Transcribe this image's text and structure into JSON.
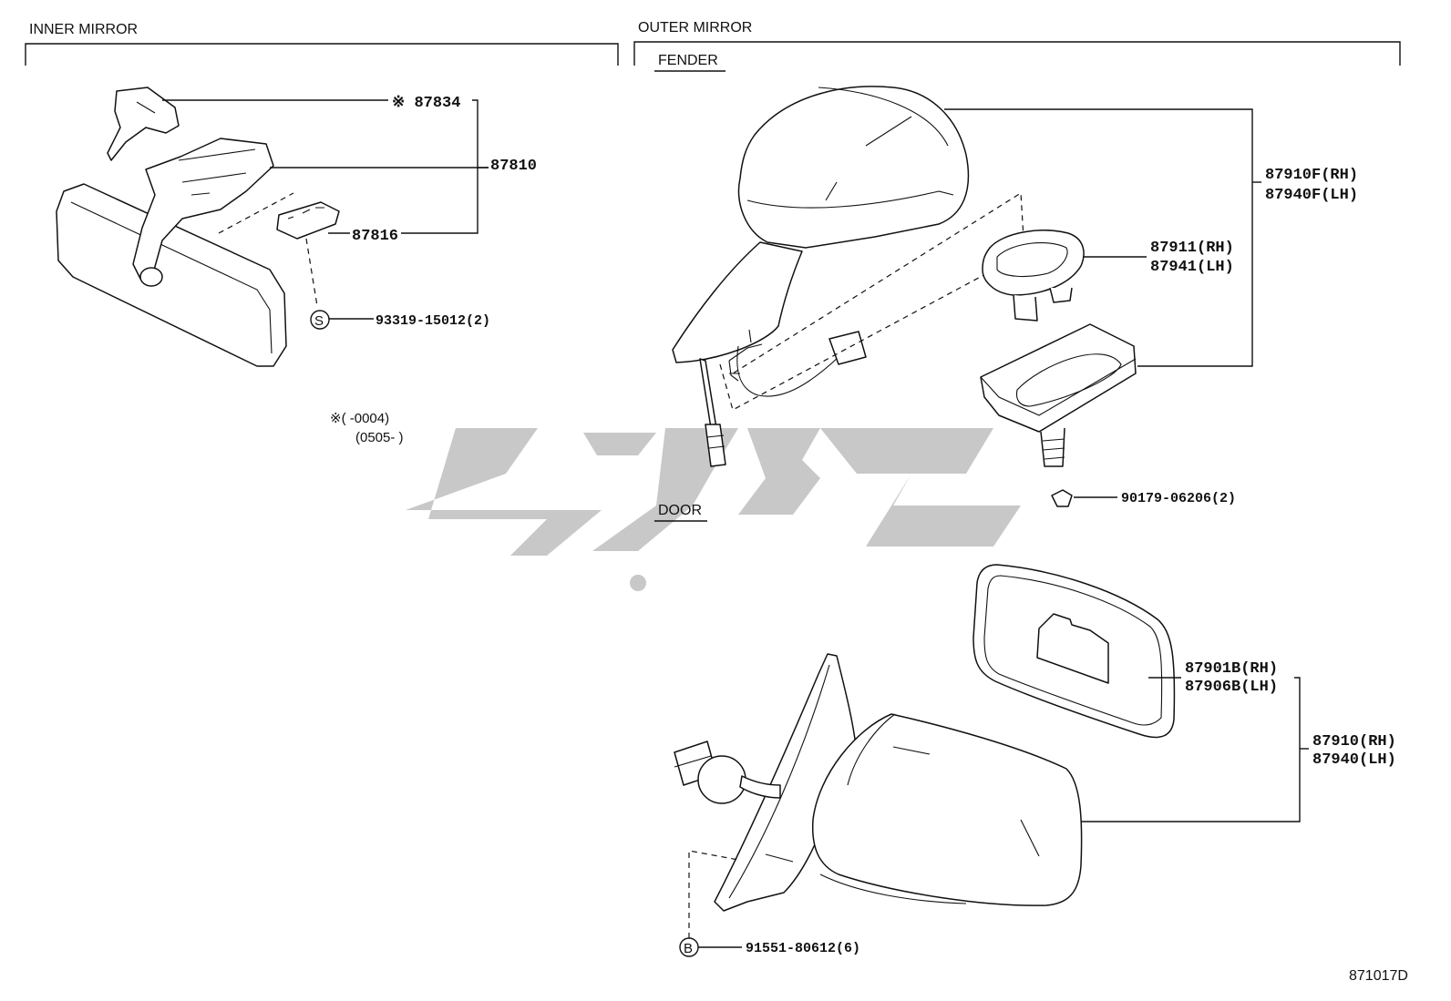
{
  "sections": {
    "inner": "INNER MIRROR",
    "outer": "OUTER MIRROR",
    "fender": "FENDER",
    "door": "DOOR"
  },
  "parts": {
    "p87834": "※ 87834",
    "p87810": "87810",
    "p87816": "87816",
    "p93319": "93319-15012(2)",
    "p87910f": "87910F(RH)",
    "p87940f": "87940F(LH)",
    "p87911": "87911(RH)",
    "p87941": "87941(LH)",
    "p90179": "90179-06206(2)",
    "p87901b": "87901B(RH)",
    "p87906b": "87906B(LH)",
    "p87910": "87910(RH)",
    "p87940": "87940(LH)",
    "p91551": "91551-80612(6)"
  },
  "symbols": {
    "s": "S",
    "b": "B"
  },
  "note": {
    "line1": "※(    -0004)",
    "line2": "(0505-     )"
  },
  "diagram_code": "871017D",
  "watermark_color": "#c8c8c8"
}
